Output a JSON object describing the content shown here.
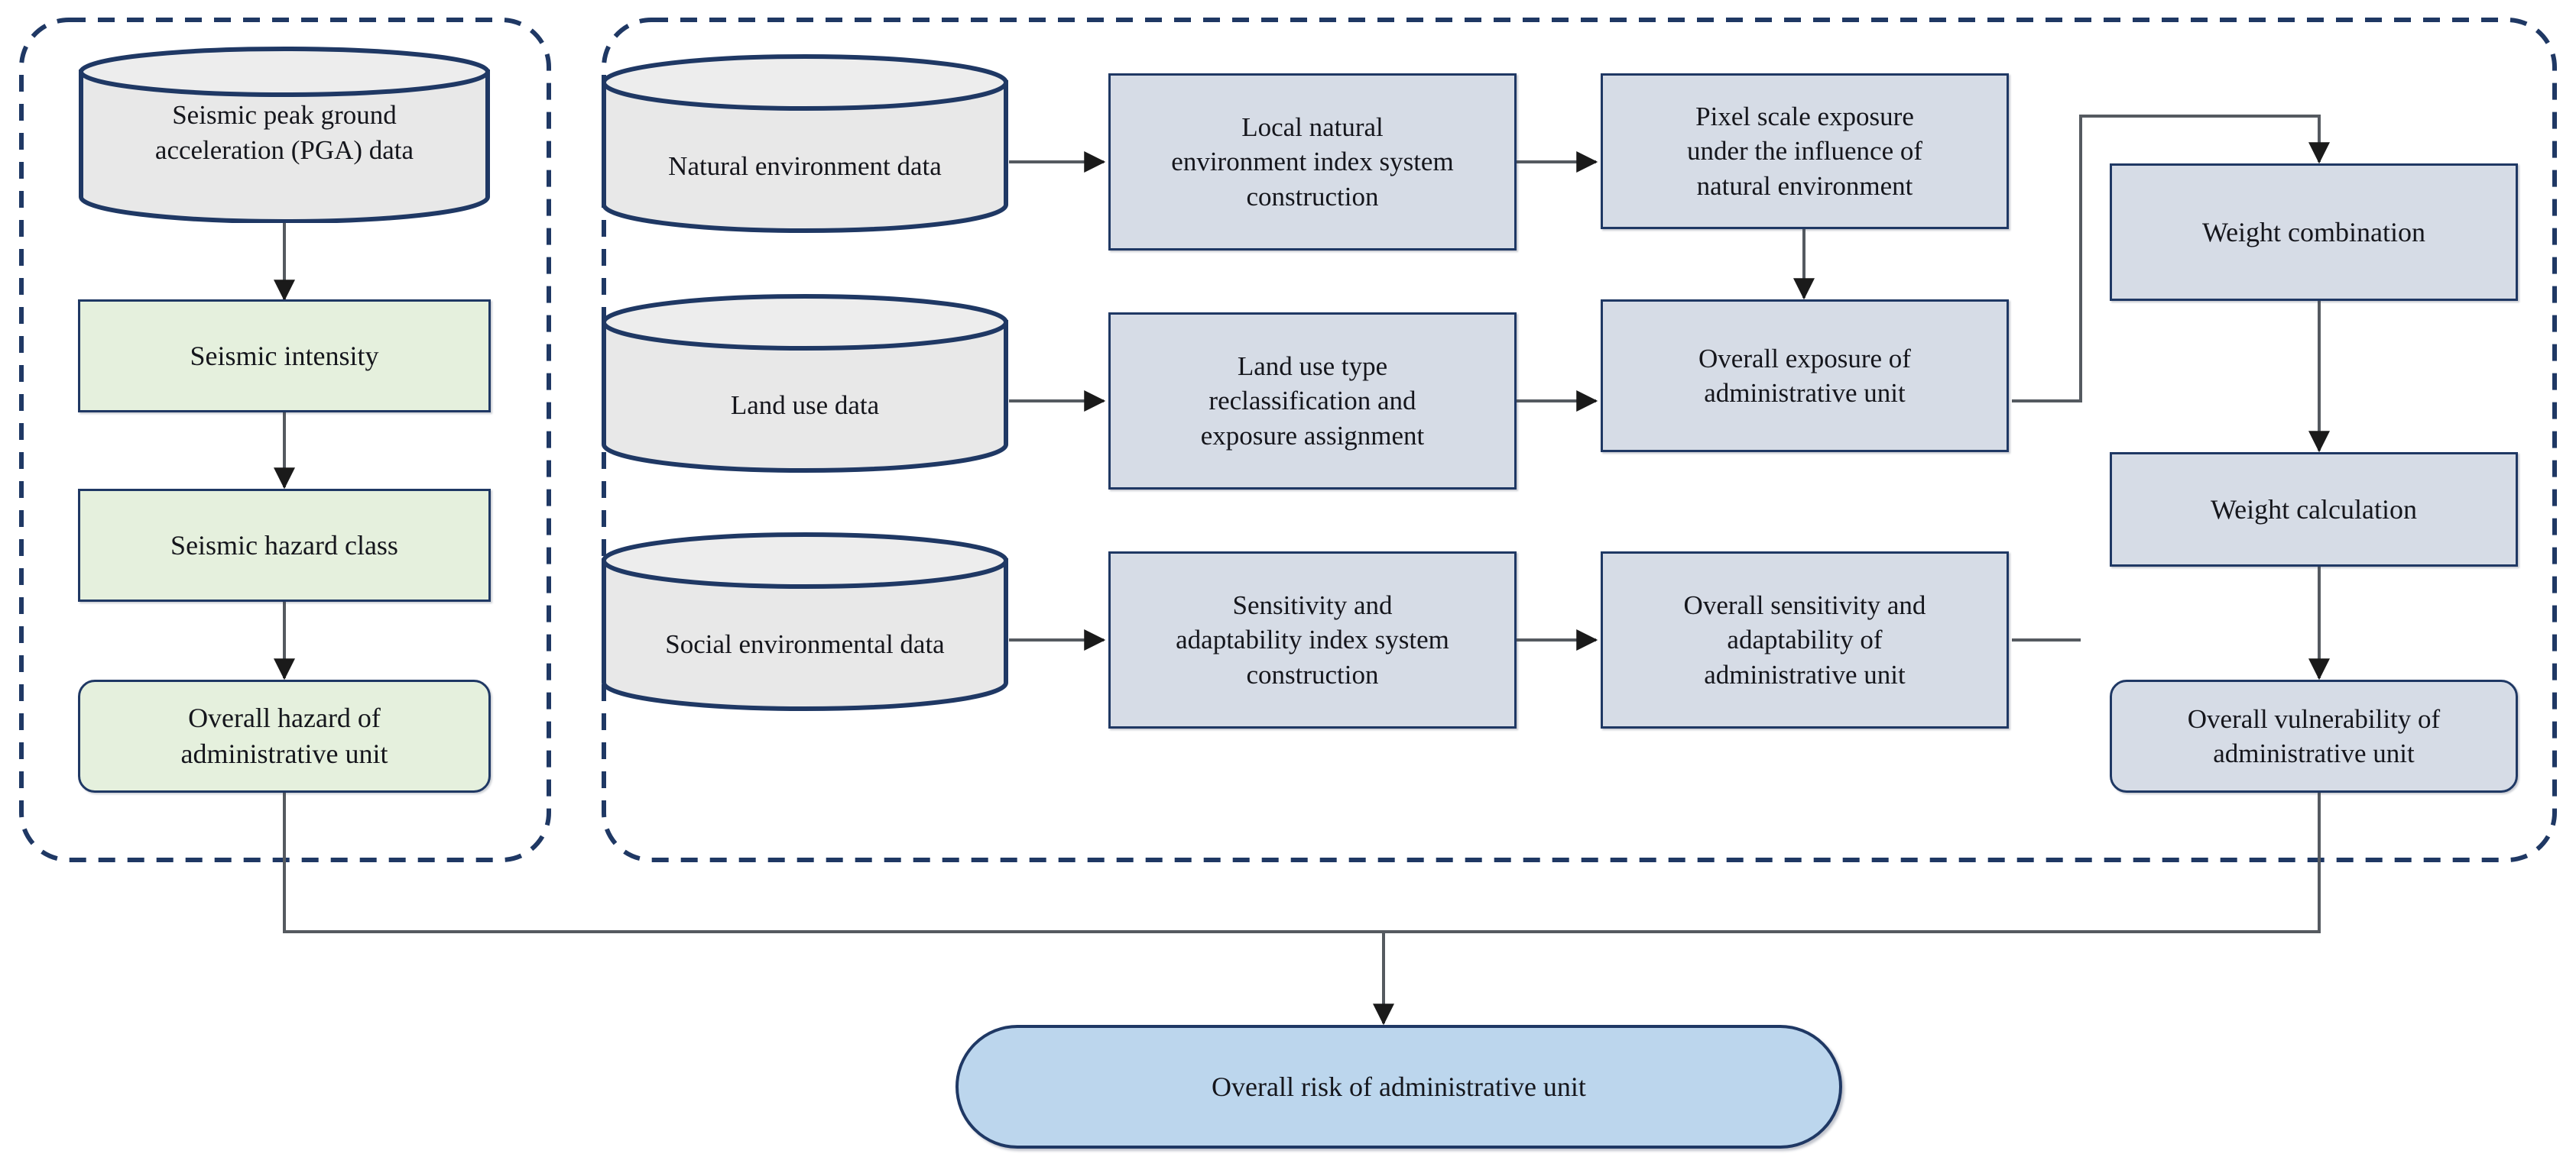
{
  "diagram": {
    "title": "Seismic risk assessment framework flowchart",
    "colors": {
      "process_fill": "#d6dce6",
      "hazard_fill": "#e5f0dd",
      "datastore_fill": "#e8e8e8",
      "result_fill": "#bcd6ed",
      "stroke": "#1f3864",
      "connector": "#555555",
      "group_border": "#1f3864"
    },
    "groups": [
      {
        "id": "hazard-group",
        "name": "hazard-assessment-group",
        "style": "dashed-rounded"
      },
      {
        "id": "vulnerability-group",
        "name": "vulnerability-assessment-group",
        "style": "dashed-rounded"
      }
    ],
    "nodes": {
      "pga_data": {
        "label": "Seismic peak ground\nacceleration (PGA) data",
        "shape": "cylinder"
      },
      "seismic_intensity": {
        "label": "Seismic intensity",
        "shape": "rectangle"
      },
      "seismic_hazard_class": {
        "label": "Seismic hazard class",
        "shape": "rectangle"
      },
      "overall_hazard": {
        "label": "Overall hazard of\nadministrative unit",
        "shape": "rounded-rectangle"
      },
      "natural_env_data": {
        "label": "Natural environment data",
        "shape": "cylinder"
      },
      "land_use_data": {
        "label": "Land use data",
        "shape": "cylinder"
      },
      "social_env_data": {
        "label": "Social environmental data",
        "shape": "cylinder"
      },
      "local_nat_index": {
        "label": "Local natural\nenvironment index system\nconstruction",
        "shape": "rectangle"
      },
      "land_use_reclass": {
        "label": "Land use type\nreclassification and\nexposure assignment",
        "shape": "rectangle"
      },
      "sensitivity_index": {
        "label": "Sensitivity and\nadaptability index system\nconstruction",
        "shape": "rectangle"
      },
      "pixel_exposure": {
        "label": "Pixel scale exposure\nunder the influence of\nnatural environment",
        "shape": "rectangle"
      },
      "overall_exposure": {
        "label": "Overall exposure of\nadministrative unit",
        "shape": "rectangle"
      },
      "overall_sensitivity": {
        "label": "Overall sensitivity and\nadaptability of\nadministrative unit",
        "shape": "rectangle"
      },
      "weight_combination": {
        "label": "Weight combination",
        "shape": "rectangle"
      },
      "weight_calculation": {
        "label": "Weight calculation",
        "shape": "rectangle"
      },
      "overall_vulnerability": {
        "label": "Overall vulnerability of\nadministrative unit",
        "shape": "rounded-rectangle"
      },
      "overall_risk": {
        "label": "Overall risk of administrative unit",
        "shape": "stadium"
      }
    },
    "edges": [
      {
        "from": "pga_data",
        "to": "seismic_intensity"
      },
      {
        "from": "seismic_intensity",
        "to": "seismic_hazard_class"
      },
      {
        "from": "seismic_hazard_class",
        "to": "overall_hazard"
      },
      {
        "from": "natural_env_data",
        "to": "local_nat_index"
      },
      {
        "from": "local_nat_index",
        "to": "pixel_exposure"
      },
      {
        "from": "pixel_exposure",
        "to": "overall_exposure"
      },
      {
        "from": "land_use_data",
        "to": "land_use_reclass"
      },
      {
        "from": "land_use_reclass",
        "to": "overall_exposure"
      },
      {
        "from": "social_env_data",
        "to": "sensitivity_index"
      },
      {
        "from": "sensitivity_index",
        "to": "overall_sensitivity"
      },
      {
        "from": "overall_exposure",
        "to": "weight_combination"
      },
      {
        "from": "overall_sensitivity",
        "to": "weight_combination"
      },
      {
        "from": "weight_combination",
        "to": "weight_calculation"
      },
      {
        "from": "weight_calculation",
        "to": "overall_vulnerability"
      },
      {
        "from": "overall_hazard",
        "to": "overall_risk"
      },
      {
        "from": "overall_vulnerability",
        "to": "overall_risk"
      }
    ]
  }
}
